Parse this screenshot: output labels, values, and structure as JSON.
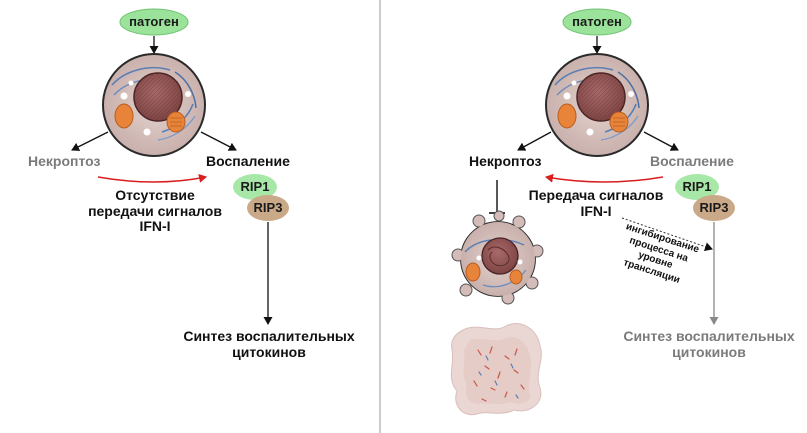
{
  "left": {
    "pathogen": "патоген",
    "necroptosis": "Некроптоз",
    "inflammation": "Воспаление",
    "signal_note": [
      "Отсутствие",
      "передачи сигналов",
      "IFN-I"
    ],
    "rip1": "RIP1",
    "rip3": "RIP3",
    "synthesis": [
      "Синтез воспалительных",
      "цитокинов"
    ]
  },
  "right": {
    "pathogen": "патоген",
    "necroptosis": "Некроптоз",
    "inflammation": "Воспаление",
    "signal_note": [
      "Передача сигналов",
      "IFN-I"
    ],
    "rip1": "RIP1",
    "rip3": "RIP3",
    "inhibition_note": [
      "ингибирование",
      "процесса на",
      "уровне",
      "трансляции"
    ],
    "synthesis": [
      "Синтез воспалительных",
      "цитокинов"
    ]
  },
  "colors": {
    "pathogen_fill": "#9be39b",
    "rip1_fill": "#a7e7a7",
    "rip3_fill": "#c9a987",
    "inhibit_arrow": "#d91e1e",
    "active_text": "#111111",
    "muted_text": "#7b7b7b",
    "divider": "#9a9a9a"
  }
}
